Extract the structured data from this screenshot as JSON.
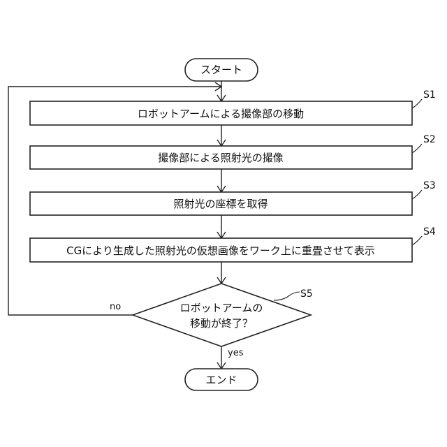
{
  "flowchart": {
    "start_label": "スタート",
    "end_label": "エンド",
    "steps": [
      {
        "id": "S1",
        "label": "ロボットアームによる撮像部の移動"
      },
      {
        "id": "S2",
        "label": "撮像部による照射光の撮像"
      },
      {
        "id": "S3",
        "label": "照射光の座標を取得"
      },
      {
        "id": "S4",
        "label": "CGにより生成した照射光の仮想画像をワーク上に重畳させて表示"
      }
    ],
    "decision": {
      "id": "S5",
      "label_line1": "ロボットアームの",
      "label_line2": "移動が終了？"
    },
    "no_label": "no",
    "yes_label": "yes"
  }
}
